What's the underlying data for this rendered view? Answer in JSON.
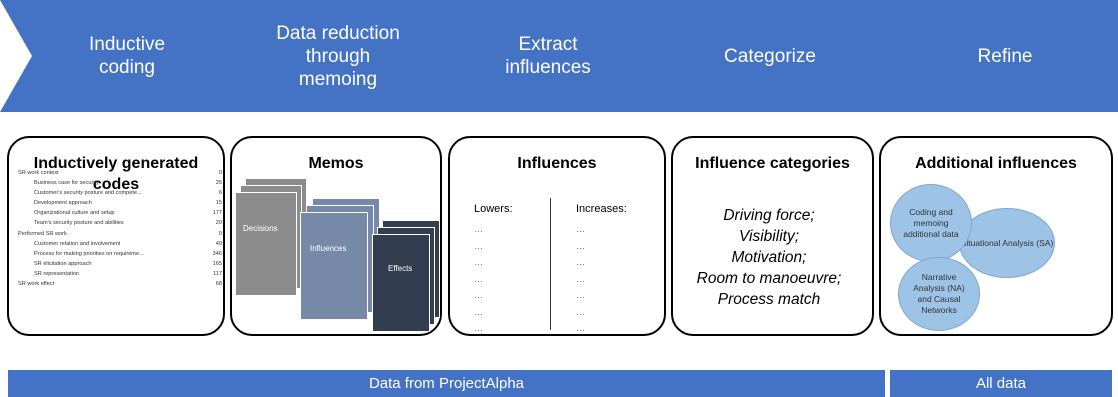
{
  "process_steps": [
    {
      "label": "Inductive\ncoding"
    },
    {
      "label": "Data reduction\nthrough\nmemoing"
    },
    {
      "label": "Extract\ninfluences"
    },
    {
      "label": "Categorize"
    },
    {
      "label": "Refine"
    }
  ],
  "codes_box": {
    "title": "Inductively generated codes",
    "tree": [
      {
        "label": "SR work context",
        "count": "0"
      },
      {
        "label": "Business case for security",
        "count": "25"
      },
      {
        "label": "Customer's security posture and compete...",
        "count": "6"
      },
      {
        "label": "Development approach",
        "count": "15"
      },
      {
        "label": "Organizational culture and setup",
        "count": "177"
      },
      {
        "label": "Team's security posture and abilities",
        "count": "20"
      },
      {
        "label": "Performed SR work",
        "count": "0"
      },
      {
        "label": "Customer relation and involvement",
        "count": "49"
      },
      {
        "label": "Process for making priorities on requireme...",
        "count": "346"
      },
      {
        "label": "SR elicitation approach",
        "count": "165"
      },
      {
        "label": "SR representation",
        "count": "117"
      },
      {
        "label": "SR work effect",
        "count": "68"
      }
    ]
  },
  "memos_box": {
    "title": "Memos",
    "stacks": [
      {
        "label": "Decisions",
        "color": "#8c8c8c"
      },
      {
        "label": "Influences",
        "color": "#7689a8"
      },
      {
        "label": "Effects",
        "color": "#323e4f"
      }
    ]
  },
  "influences_box": {
    "title": "Influences",
    "lowers_label": "Lowers:",
    "increases_label": "Increases:",
    "placeholder": "…"
  },
  "categories_box": {
    "title": "Influence categories",
    "items": [
      "Driving force;",
      "Visibility;",
      "Motivation;",
      "Room to manoeuvre;",
      "Process match"
    ]
  },
  "additional_box": {
    "title": "Additional influences",
    "ellipses": [
      {
        "text": "Coding and memoing additional data"
      },
      {
        "text": "Situational Analysis (SA)"
      },
      {
        "text": "Narrative Analysis (NA) and Causal Networks"
      }
    ]
  },
  "bottom_bars": [
    {
      "label": "Data from ProjectAlpha"
    },
    {
      "label": "All data"
    }
  ],
  "colors": {
    "chevron": "#4472c4",
    "bar": "#4472c4",
    "ellipse": "#9dc3e6"
  }
}
